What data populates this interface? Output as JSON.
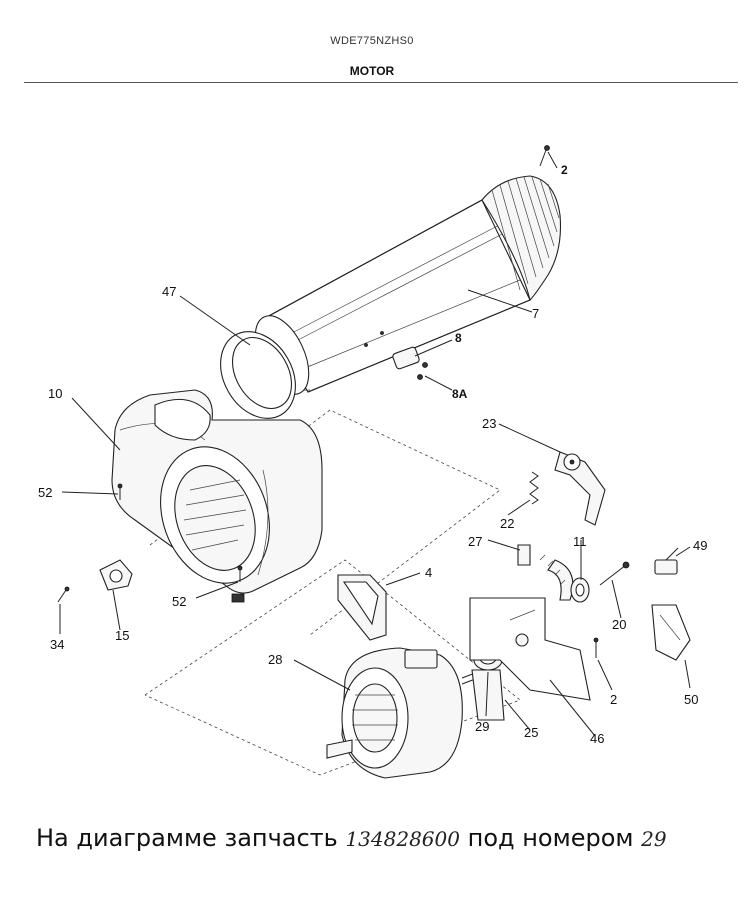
{
  "header": {
    "model": "WDE775NZHS0",
    "section": "MOTOR"
  },
  "callouts": {
    "c2_top": "2",
    "c7": "7",
    "c47": "47",
    "c8": "8",
    "c8a": "8A",
    "c10": "10",
    "c52_left": "52",
    "c23": "23",
    "c22": "22",
    "c27": "27",
    "c11": "11",
    "c49": "49",
    "c4": "4",
    "c52_bottom": "52",
    "c34": "34",
    "c15": "15",
    "c20": "20",
    "c28": "28",
    "c2_bottom": "2",
    "c50": "50",
    "c29": "29",
    "c25": "25",
    "c46": "46"
  },
  "caption": {
    "text_before": "На диаграмме запчасть",
    "part_number": "134828600",
    "text_middle": "под номером",
    "callout_number": "29"
  }
}
